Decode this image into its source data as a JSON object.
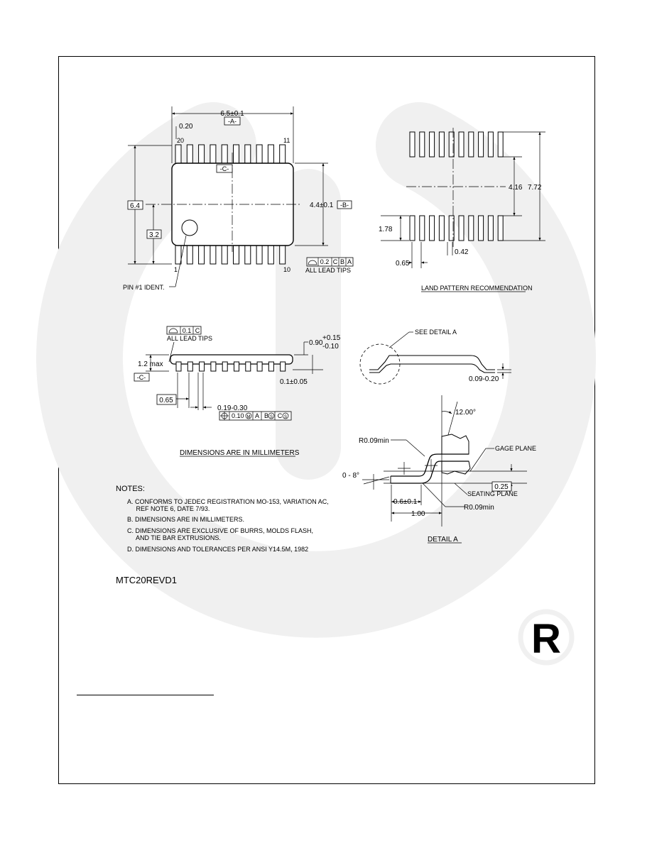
{
  "watermark": {
    "color": "#f0f0f0",
    "registered": "R"
  },
  "top_view": {
    "width_dim": "6.5±0.1",
    "datum_a": "-A-",
    "lead_offset": "0.20",
    "pin_20": "20",
    "pin_11": "11",
    "datum_c": "-C-",
    "overall_length": "6.4",
    "body_width_dim": "4.4±0.1",
    "datum_b": "-B-",
    "half_length": "3.2",
    "pin_1": "1",
    "pin_10": "10",
    "profile_tol": "0.2",
    "profile_ref_c": "C",
    "profile_ref_b": "B",
    "profile_ref_a": "A",
    "all_lead_tips": "ALL LEAD TIPS",
    "pin1_ident": "PIN #1  IDENT."
  },
  "land_pattern": {
    "dim_416": "4.16",
    "dim_772": "7.72",
    "dim_178": "1.78",
    "dim_065": "0.65",
    "dim_042": "0.42",
    "title": "LAND PATTERN RECOMMENDATION"
  },
  "side_view": {
    "coplanarity_tol": "0.1",
    "coplanarity_ref": "C",
    "all_lead_tips": "ALL LEAD TIPS",
    "max_height": "1.2  max",
    "datum_c": "-C-",
    "standoff_nom": "0.90",
    "standoff_plus": "+0.15",
    "standoff_minus": "-0.10",
    "foot_height": "0.1±0.05",
    "pitch": "0.65",
    "lead_width": "0.19-0.30",
    "position_tol": "0.10",
    "position_ref_a": "A",
    "position_ref_b": "B",
    "position_ref_c": "C",
    "units_note": "DIMENSIONS ARE IN MILLIMETERS"
  },
  "lead_end_view": {
    "see_detail": "SEE DETAIL  A",
    "lead_thickness": "0.09-0.20"
  },
  "detail_a": {
    "angle_12": "12.00°",
    "radius_top": "R0.09min",
    "gage_plane": "GAGE PLANE",
    "foot_angle": "0 - 8°",
    "gage_height": "0.25",
    "seating_plane": "SEATING PLANE",
    "foot_length": "0.6±0.1",
    "radius_bottom": "R0.09min",
    "footprint": "1.00",
    "title": "DETAIL  A"
  },
  "notes": {
    "heading": "NOTES:",
    "items": [
      "A. CONFORMS TO JEDEC REGISTRATION MO-153, VARIATION AC,",
      "     REF NOTE 6, DATE 7/93.",
      "B. DIMENSIONS ARE IN MILLIMETERS.",
      "C. DIMENSIONS ARE EXCLUSIVE OF BURRS, MOLDS FLASH,",
      "     AND TIE BAR EXTRUSIONS.",
      "D. DIMENSIONS AND TOLERANCES PER ANSI Y14.5M, 1982"
    ]
  },
  "drawing_id": "MTC20REVD1"
}
